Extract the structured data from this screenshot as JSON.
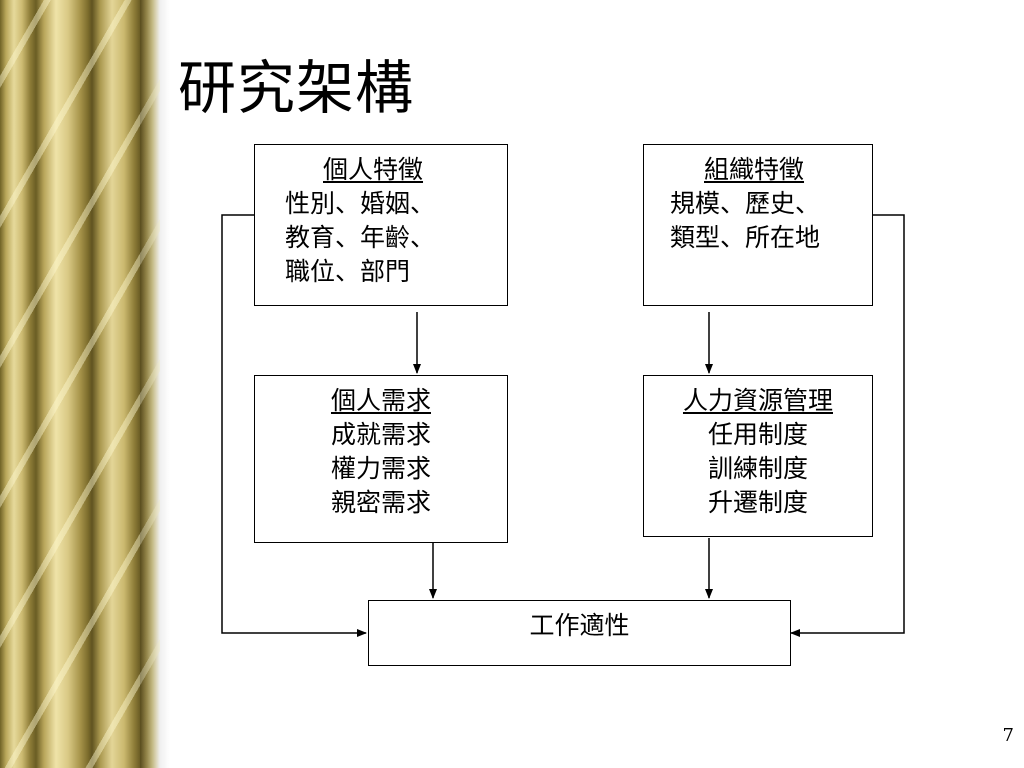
{
  "slide": {
    "title": "研究架構",
    "page_number": "7"
  },
  "boxes": {
    "personal": {
      "heading": "個人特徵",
      "lines": [
        "性別、婚姻、",
        "教育、年齡、",
        "職位、部門"
      ]
    },
    "organization": {
      "heading": "組織特徵",
      "lines": [
        "規模、歷史、",
        "類型、所在地"
      ]
    },
    "needs": {
      "heading": "個人需求",
      "lines": [
        "成就需求",
        "權力需求",
        "親密需求"
      ]
    },
    "hrm": {
      "heading": "人力資源管理",
      "lines": [
        "任用制度",
        "訓練制度",
        "升遷制度"
      ]
    },
    "fit": {
      "label": "工作適性"
    }
  },
  "connectors": [
    {
      "from": "personal",
      "to": "needs"
    },
    {
      "from": "organization",
      "to": "hrm"
    },
    {
      "from": "needs",
      "to": "fit"
    },
    {
      "from": "hrm",
      "to": "fit"
    },
    {
      "from": "personal",
      "to": "fit"
    },
    {
      "from": "organization",
      "to": "fit"
    }
  ]
}
